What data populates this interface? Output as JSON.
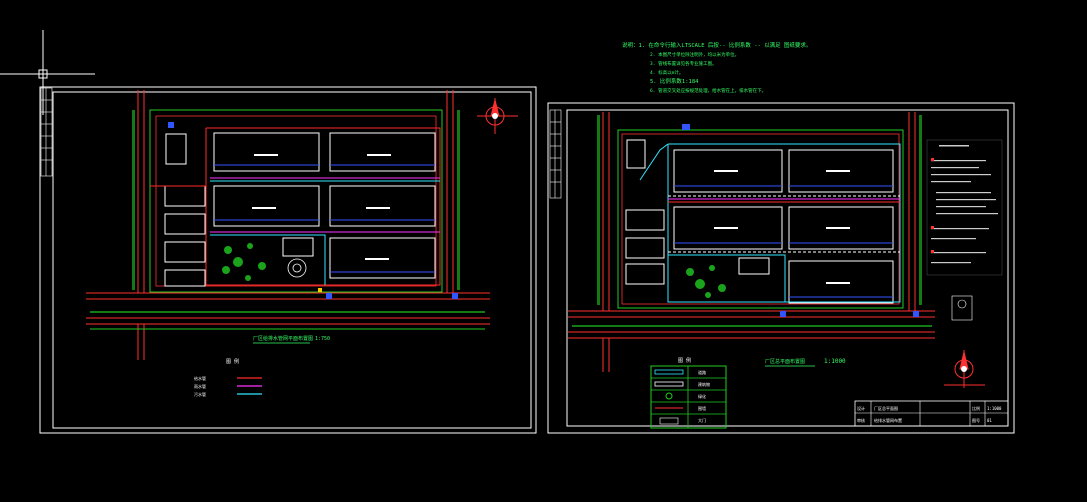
{
  "notes": {
    "lines": [
      "说明：1. 在命令行输入LTSCALE 后按-- 比例系数 -- 以满足 图纸要求。",
      "2. 本图尺寸单位除注明外，均以米为单位。",
      "3. 管线布置详见各专业施工图。",
      "4. 标高以m计。",
      "5. 比例系数1:184",
      "6. 管道交叉处应按规范处理，给水管在上，排水管在下。"
    ]
  },
  "left_sheet": {
    "title": "厂区给排水管网平面布置图",
    "scale": "1:750",
    "legend_title": "图 例",
    "legend_rows": [
      {
        "text": "给水管",
        "color": "#ff2a2a"
      },
      {
        "text": "雨水管",
        "color": "#ff33ff"
      },
      {
        "text": "污水管",
        "color": "#33e6ff"
      }
    ]
  },
  "right_sheet": {
    "title": "厂区总平面布置图",
    "scale": "1:1000",
    "legend_title": "图 例",
    "legend_rows": [
      "道路",
      "建筑物",
      "绿化",
      "围墙",
      "大门"
    ],
    "titleblock": {
      "row1": [
        "设计",
        "厂区总平面图",
        "比例",
        "1:1000"
      ],
      "row2": [
        "审核",
        "给排水管网布置",
        "图号",
        "01"
      ]
    }
  },
  "colors": {
    "frame": "#ffffff",
    "road": "#ff3030",
    "green": "#22cc22",
    "water": "#ff2a2a",
    "rain": "#ff33ff",
    "sewer": "#33e6ff",
    "building": "#ffffff",
    "text_green": "#33ff66",
    "blue": "#3355ff"
  }
}
